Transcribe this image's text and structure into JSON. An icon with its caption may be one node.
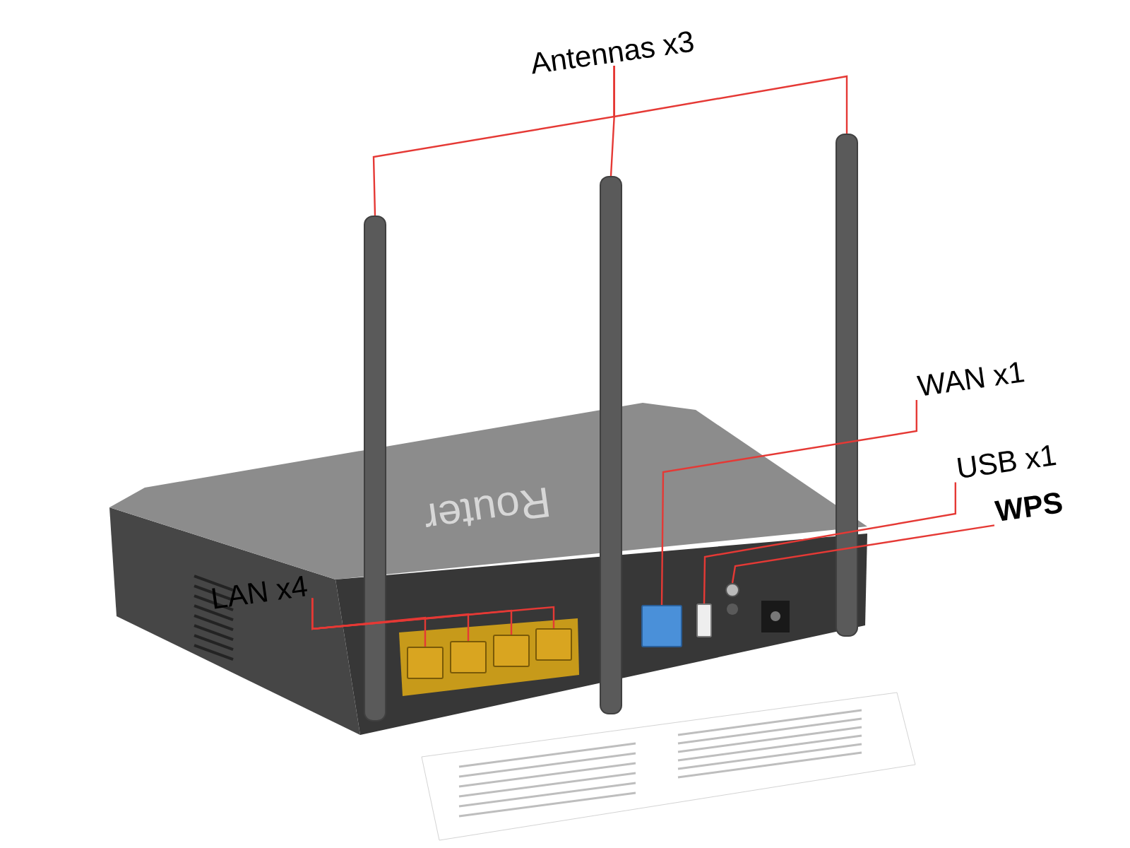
{
  "diagram": {
    "nodes": [
      {
        "text": [
          "Antennas x3"
        ]
      },
      {
        "text": [],
        "shape": "bar"
      },
      {
        "text": [],
        "shape": "bar"
      },
      {
        "text": [],
        "shape": "bar"
      },
      {
        "text": [
          "LAN x4"
        ]
      },
      {
        "text": [],
        "shape": "box"
      },
      {
        "text": [],
        "shape": "box"
      },
      {
        "text": [],
        "shape": "box"
      },
      {
        "text": [],
        "shape": "box"
      },
      {
        "text": [
          "WAN x1"
        ]
      },
      {
        "text": [],
        "shape": "box"
      },
      {
        "text": [
          "USB x1"
        ]
      },
      {
        "text": [],
        "shape": "box"
      },
      {
        "text": [
          "WPS"
        ]
      },
      {
        "text": [],
        "shape": "circle"
      }
    ],
    "edges": [
      {
        "from": 0,
        "to": 1,
        "arrow": "none"
      },
      {
        "from": 0,
        "to": 2,
        "arrow": "none"
      },
      {
        "from": 0,
        "to": 3,
        "arrow": "none"
      },
      {
        "from": 4,
        "to": 5,
        "arrow": "none"
      },
      {
        "from": 4,
        "to": 6,
        "arrow": "none"
      },
      {
        "from": 4,
        "to": 7,
        "arrow": "none"
      },
      {
        "from": 4,
        "to": 8,
        "arrow": "none"
      },
      {
        "from": 9,
        "to": 10,
        "arrow": "none"
      },
      {
        "from": 11,
        "to": 12,
        "arrow": "none"
      },
      {
        "from": 13,
        "to": 14,
        "arrow": "none"
      }
    ],
    "labels": [
      "Router"
    ]
  }
}
